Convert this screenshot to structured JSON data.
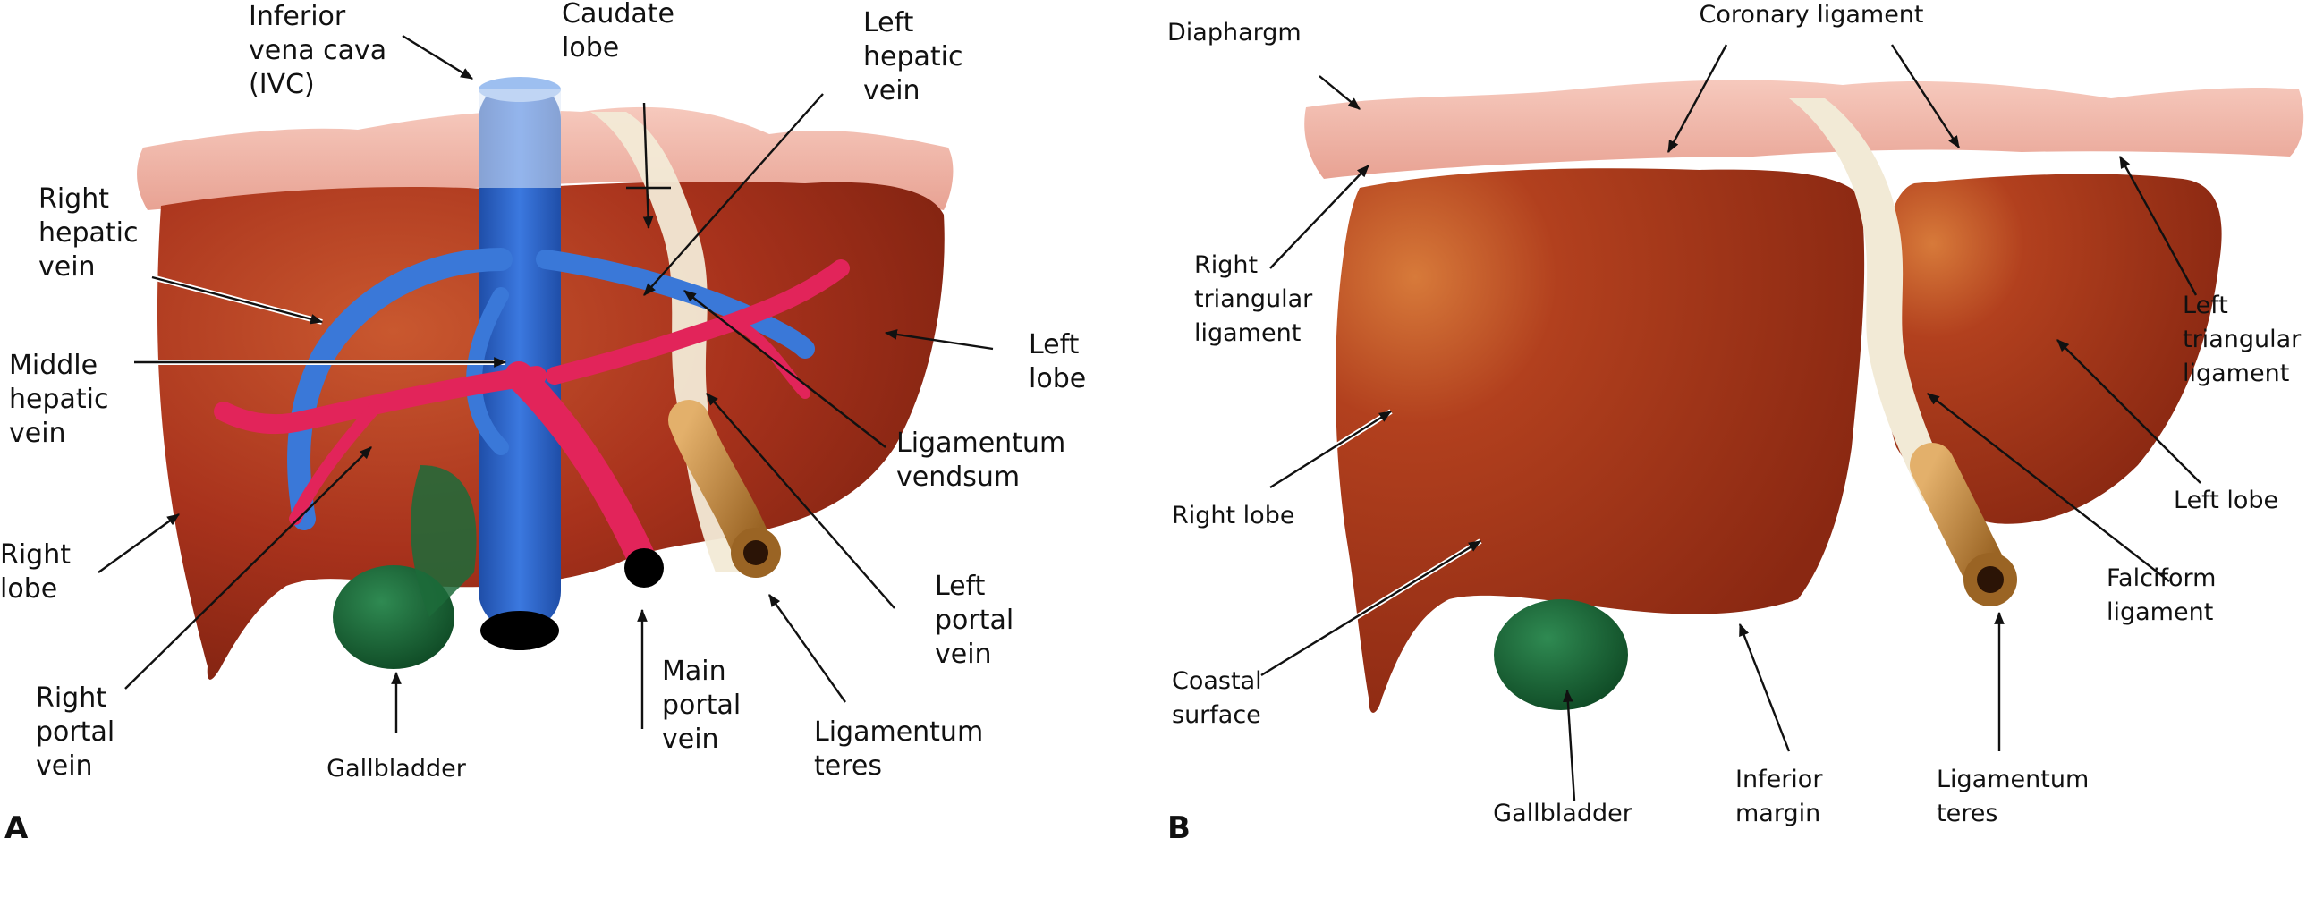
{
  "panel_a": {
    "letter": "A",
    "labels": {
      "ivc": [
        "Inferior",
        "vena cava",
        "(IVC)"
      ],
      "caudate_lobe": [
        "Caudate",
        "lobe"
      ],
      "left_hepatic_vein": [
        "Left",
        "hepatic",
        "vein"
      ],
      "right_hepatic_vein": [
        "Right",
        "hepatic",
        "vein"
      ],
      "middle_hepatic_vein": [
        "Middle",
        "hepatic",
        "vein"
      ],
      "left_lobe": [
        "Left",
        "lobe"
      ],
      "ligamentum_vendsum": [
        "Ligamentum",
        "vendsum"
      ],
      "right_lobe": [
        "Right",
        "lobe"
      ],
      "left_portal_vein": [
        "Left",
        "portal",
        "vein"
      ],
      "right_portal_vein": [
        "Right",
        "portal",
        "vein"
      ],
      "gallbladder": "Gallbladder",
      "main_portal_vein": [
        "Main",
        "portal",
        "vein"
      ],
      "ligamentum_teres": [
        "Ligamentum",
        "teres"
      ]
    }
  },
  "panel_b": {
    "letter": "B",
    "labels": {
      "diaphragm": "Diaphargm",
      "coronary_ligament": "Coronary ligament",
      "right_triangular_ligament": [
        "Right",
        "triangular",
        "ligament"
      ],
      "left_triangular_ligament": [
        "Left",
        "triangular",
        "ligament"
      ],
      "left_lobe": "Left lobe",
      "right_lobe": "Right lobe",
      "falciform_ligament": [
        "Falciform",
        "ligament"
      ],
      "coastal_surface": [
        "Coastal",
        "surface"
      ],
      "gallbladder": "Gallbladder",
      "inferior_margin": [
        "Inferior",
        "margin"
      ],
      "ligamentum_teres": [
        "Ligamentum",
        "teres"
      ]
    }
  },
  "colors": {
    "liver": "#a8321c",
    "liver_dark": "#7e2210",
    "diaphragm": "#efb3a6",
    "ligament": "#f3ecd9",
    "ivc": "#2f63c8",
    "hepatic_vein": "#3a78d8",
    "portal_vein": "#e2245a",
    "gallbladder": "#1c6b3a",
    "teres": "#c98a3e"
  }
}
